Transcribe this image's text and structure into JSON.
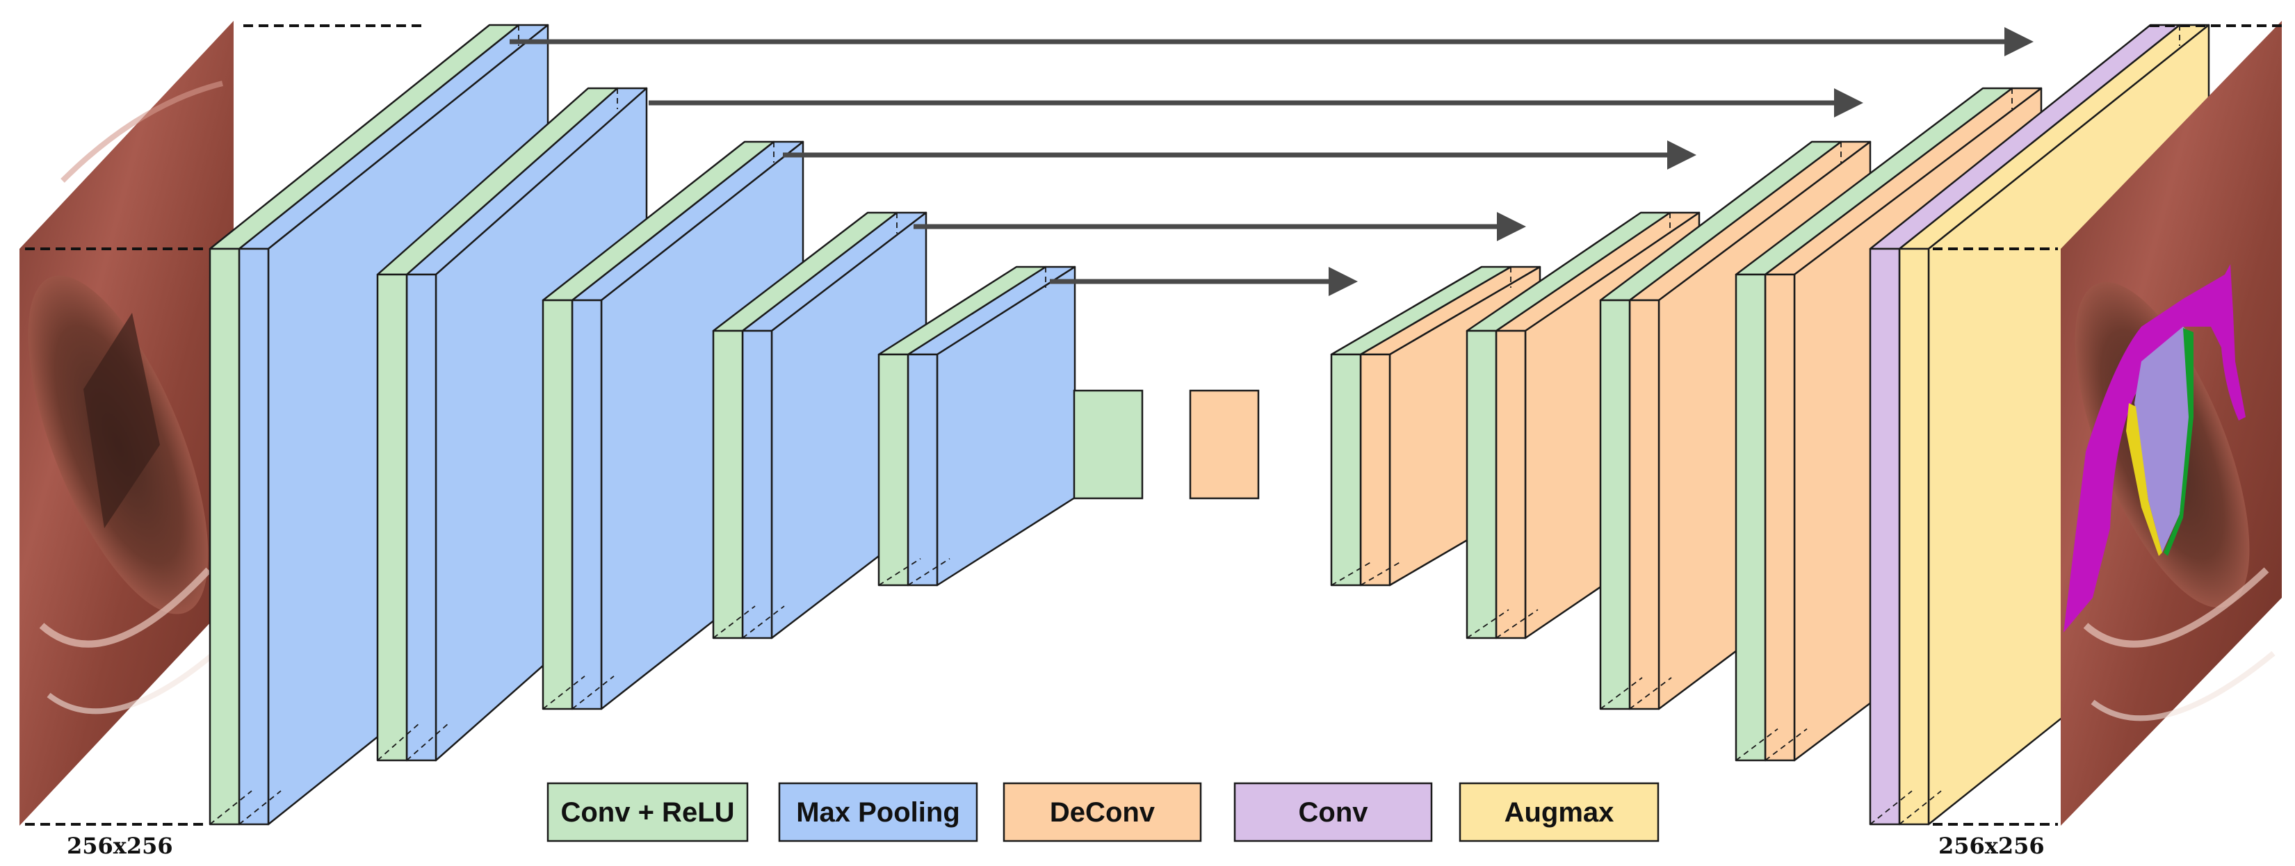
{
  "colors": {
    "conv_relu": "#c4e6c3",
    "max_pooling": "#a9c9f8",
    "deconv": "#fdcfa3",
    "conv": "#d8bfe8",
    "augmax": "#fde6a1",
    "arrow": "#4a4a4a",
    "edge": "#1a1a1a",
    "seg_magenta": "#c014c0",
    "seg_lavender": "#a08fd8",
    "seg_green": "#139c2b",
    "seg_yellow": "#e6d21c"
  },
  "input_image": {
    "size_label": "256x256",
    "content": "laryngeal endoscopy photo"
  },
  "output_image": {
    "size_label": "256x256",
    "content": "laryngeal endoscopy photo with segmentation overlay"
  },
  "legend": [
    {
      "key": "conv_relu",
      "label": "Conv + ReLU",
      "color": "#c4e6c3"
    },
    {
      "key": "max_pooling",
      "label": "Max Pooling",
      "color": "#a9c9f8"
    },
    {
      "key": "deconv",
      "label": "DeConv",
      "color": "#fdcfa3"
    },
    {
      "key": "conv",
      "label": "Conv",
      "color": "#d8bfe8"
    },
    {
      "key": "augmax",
      "label": "Augmax",
      "color": "#fde6a1"
    }
  ]
}
